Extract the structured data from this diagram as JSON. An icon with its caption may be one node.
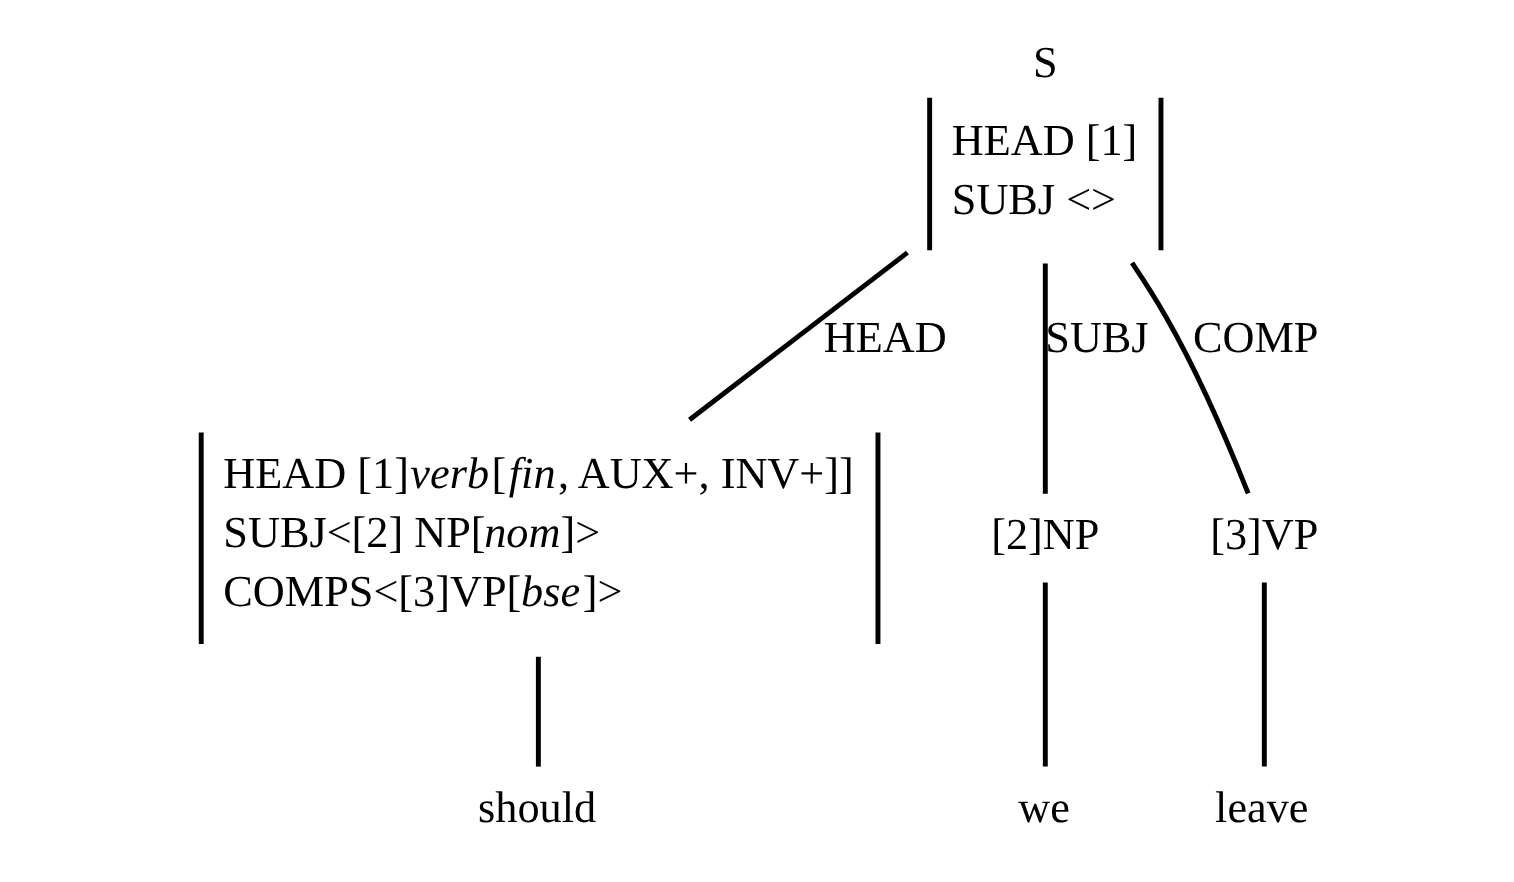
{
  "diagram": {
    "nodes": [
      {
        "text": [
          "S",
          "HEAD [1]",
          "SUBJ <>"
        ]
      },
      {
        "text": [
          "HEAD [1]*verb*[*fin*, AUX+, INV+]]",
          "SUBJ<[2] NP[*nom*]>",
          "COMPS<[3]VP[*bse*]>"
        ]
      },
      {
        "text": [
          "[2]NP"
        ]
      },
      {
        "text": [
          "[3]VP"
        ]
      },
      {
        "text": [
          "should"
        ]
      },
      {
        "text": [
          "we"
        ]
      },
      {
        "text": [
          "leave"
        ]
      }
    ],
    "edges": [
      {
        "from": 0,
        "to": 1,
        "arrow": "none",
        "label": "HEAD"
      },
      {
        "from": 0,
        "to": 2,
        "arrow": "none",
        "label": "SUBJ"
      },
      {
        "from": 0,
        "to": 3,
        "arrow": "none",
        "label": "COMP"
      },
      {
        "from": 1,
        "to": 4,
        "arrow": "none"
      },
      {
        "from": 2,
        "to": 5,
        "arrow": "none"
      },
      {
        "from": 3,
        "to": 6,
        "arrow": "none"
      }
    ]
  }
}
